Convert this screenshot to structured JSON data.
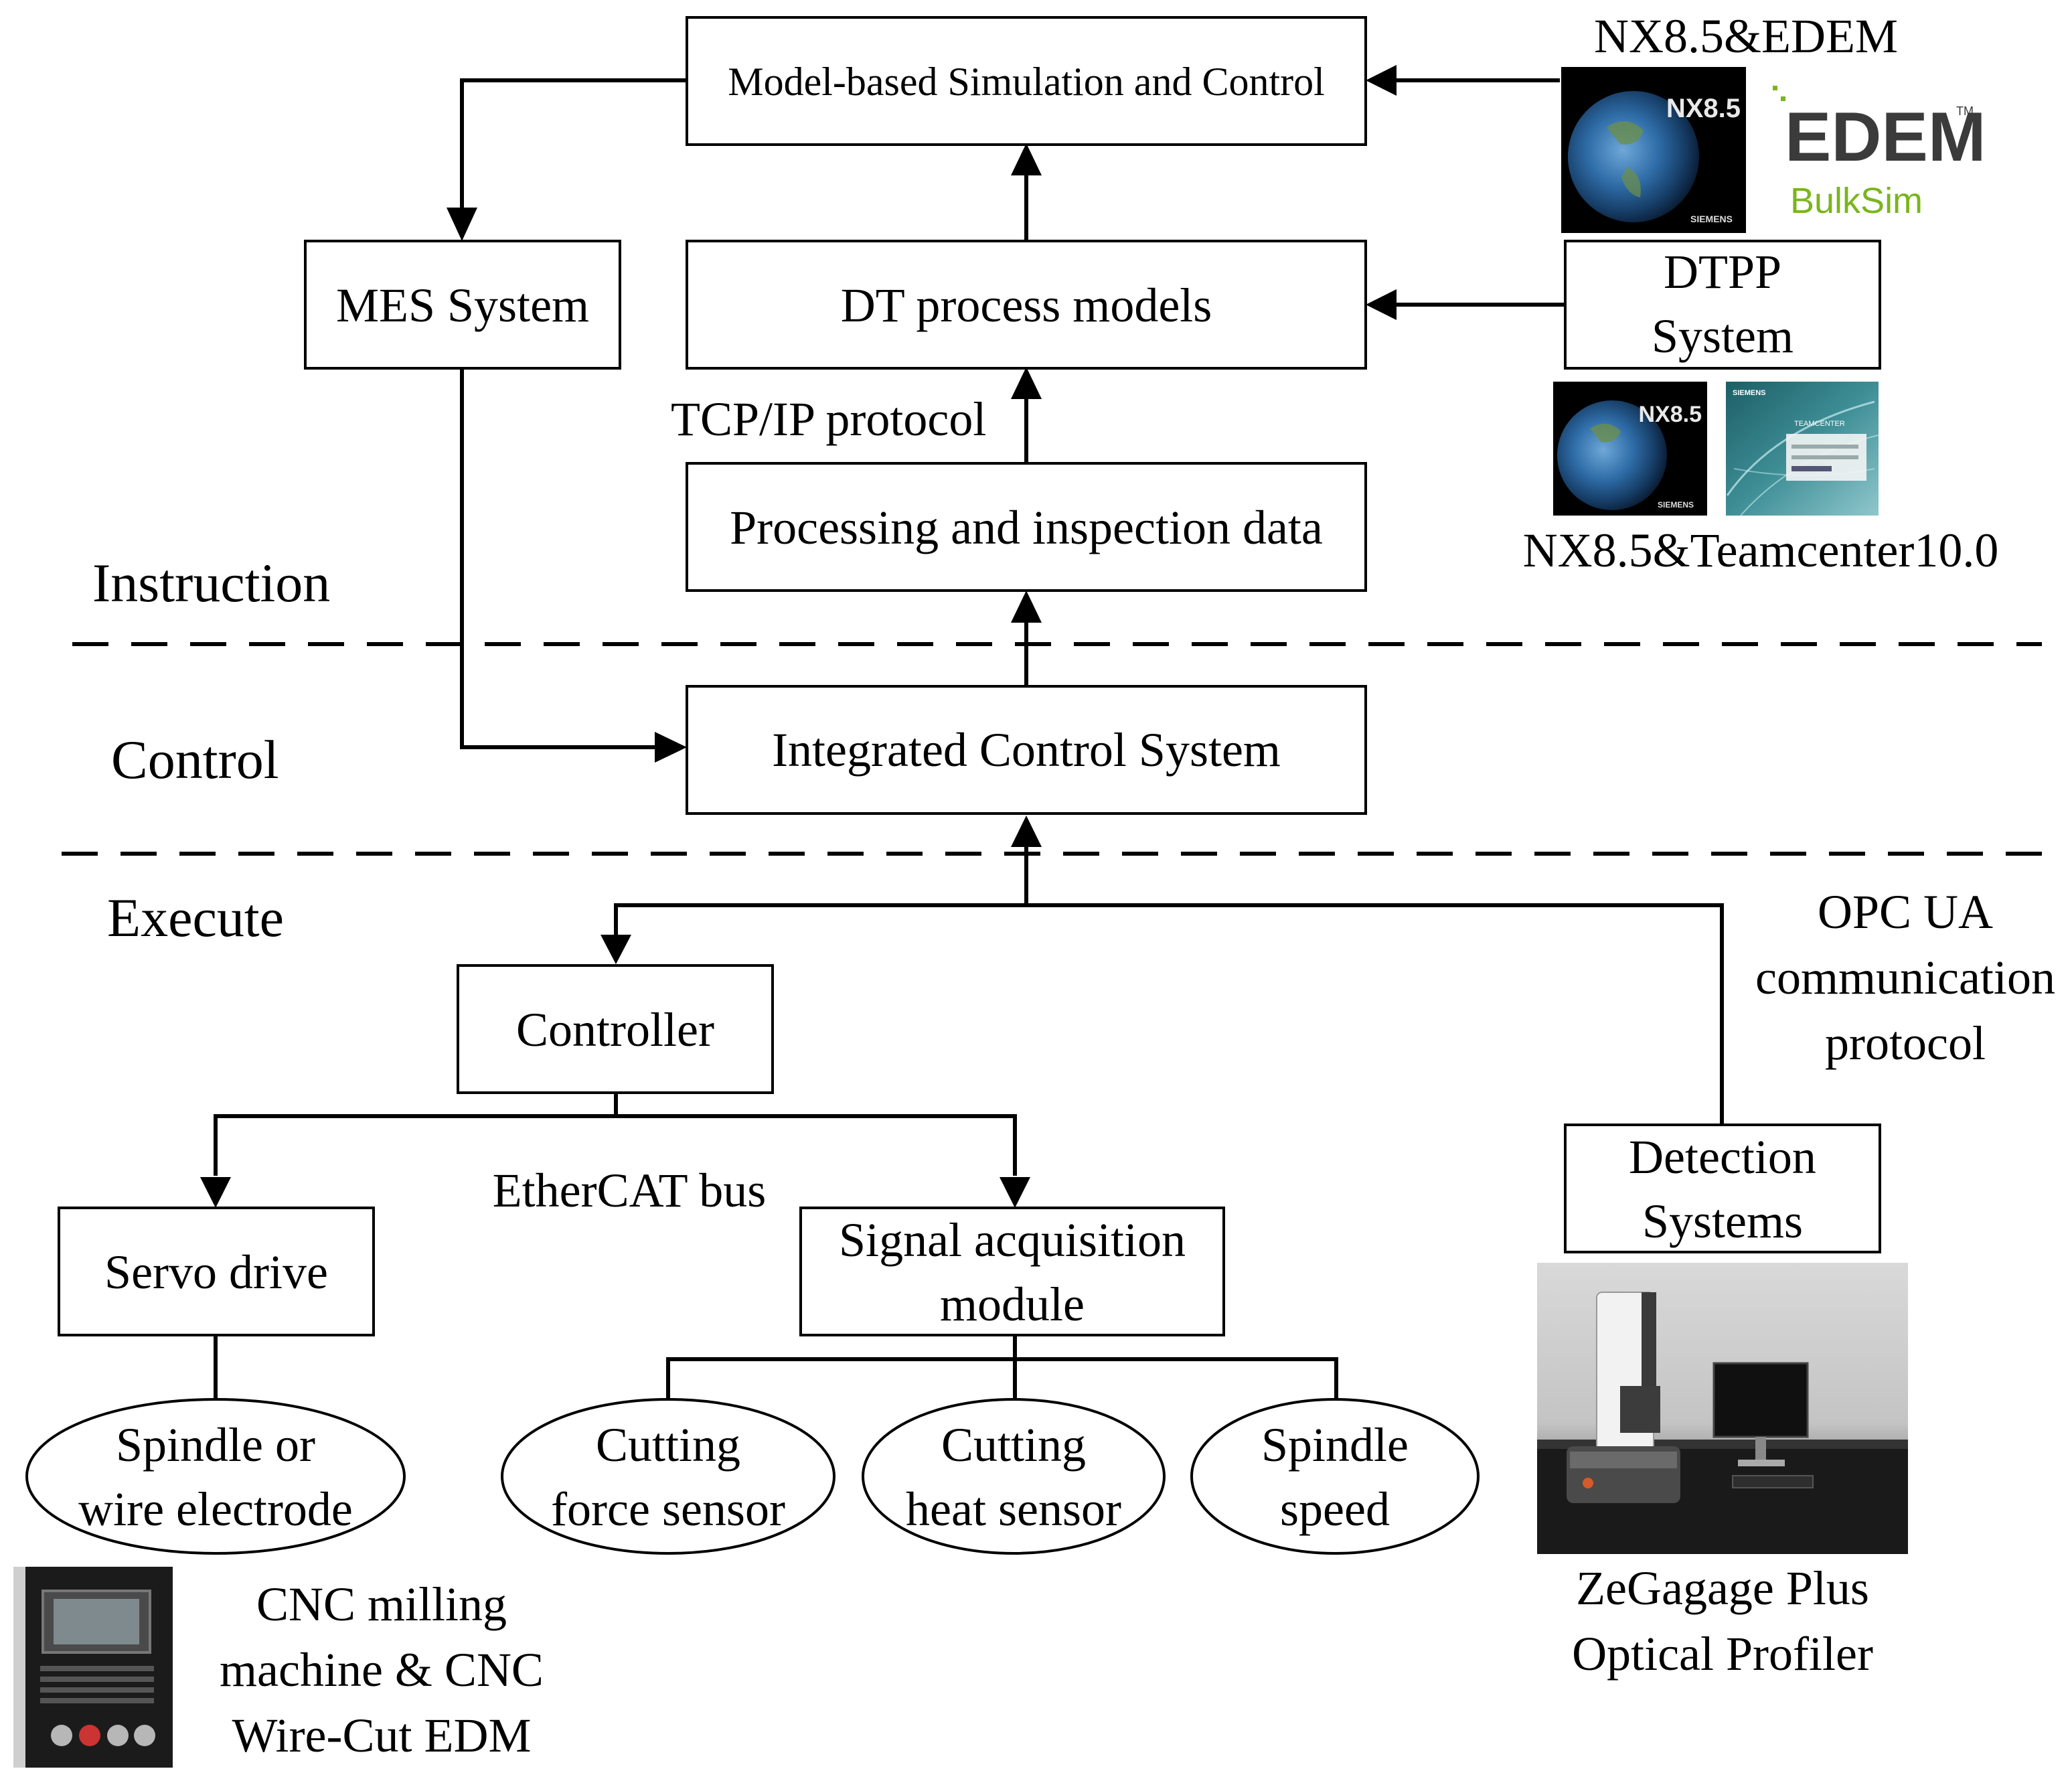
{
  "layers": {
    "instruction": "Instruction",
    "control": "Control",
    "execute": "Execute"
  },
  "nodes": {
    "model_sim": "Model-based Simulation and Control",
    "mes": "MES System",
    "dt_models": "DT process models",
    "dtpp_line1": "DTPP",
    "dtpp_line2": "System",
    "proc_data": "Processing and inspection data",
    "ics": "Integrated Control System",
    "controller": "Controller",
    "detection_line1": "Detection",
    "detection_line2": "Systems",
    "servo": "Servo drive",
    "signal_line1": "Signal acquisition",
    "signal_line2": "module",
    "spindle_wire_line1": "Spindle or",
    "spindle_wire_line2": "wire electrode",
    "cut_force_line1": "Cutting",
    "cut_force_line2": "force sensor",
    "cut_heat_line1": "Cutting",
    "cut_heat_line2": "heat sensor",
    "spindle_speed_line1": "Spindle",
    "spindle_speed_line2": "speed"
  },
  "labels": {
    "tcpip": "TCP/IP protocol",
    "ethercat": "EtherCAT bus",
    "opc_line1": "OPC UA",
    "opc_line2": "communication",
    "opc_line3": "protocol",
    "nx_edem": "NX8.5&EDEM",
    "nx_teamcenter": "NX8.5&Teamcenter10.0",
    "zegage_line1": "ZeGagage Plus",
    "zegage_line2": "Optical Profiler",
    "cnc_line1": "CNC milling",
    "cnc_line2": "machine & CNC",
    "cnc_line3": "Wire-Cut EDM"
  },
  "logos": {
    "nx_badge": "NX8.5",
    "nx_badge_small": "NX8.5",
    "siemens": "SIEMENS",
    "siemens_small": "SIEMENS",
    "teamcenter_brand": "SIEMENS",
    "teamcenter_title": "TEAMCENTER",
    "edem": "EDEM",
    "edem_tm": "TM",
    "bulksim": "BulkSim"
  },
  "colors": {
    "line": "#000000",
    "edem_green": "#7ab51d",
    "nx_red": "#c8102e",
    "teamcenter_teal": "#3e8e96"
  },
  "icons": {
    "nx_logo": "nx-software-cover-icon",
    "teamcenter_logo": "teamcenter-software-cover-icon",
    "edem_logo": "edem-logo-icon",
    "profiler": "optical-profiler-photo-icon",
    "cnc": "cnc-control-panel-photo-icon"
  }
}
